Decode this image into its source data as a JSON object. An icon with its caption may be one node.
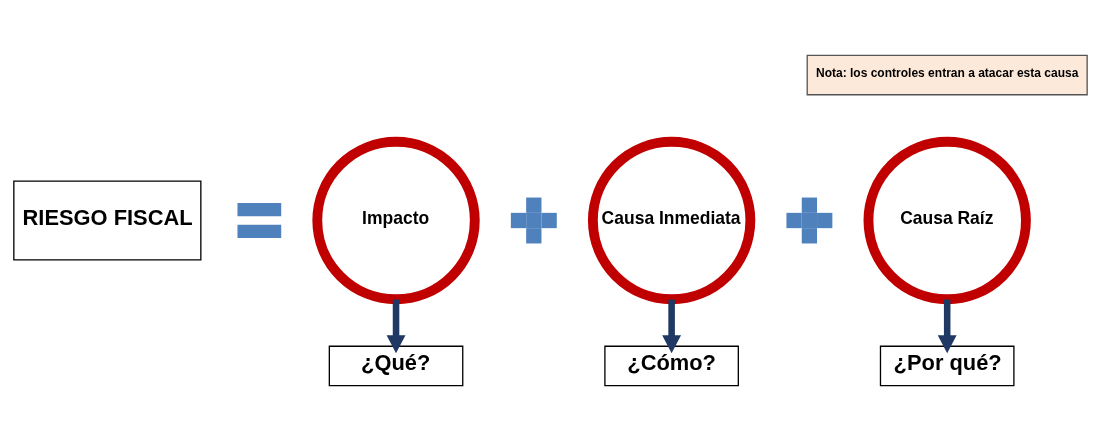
{
  "diagram": {
    "nodes": [
      {
        "text": [
          "RIESGO FISCAL"
        ]
      },
      {
        "text": [],
        "shape": "equals"
      },
      {
        "text": [
          "Impacto"
        ]
      },
      {
        "text": [],
        "shape": "plus"
      },
      {
        "text": [
          "Causa Inmediata"
        ]
      },
      {
        "text": [],
        "shape": "plus"
      },
      {
        "text": [
          "Causa Raíz"
        ]
      },
      {
        "text": [
          "Nota: los controles entran a atacar esta causa"
        ]
      },
      {
        "text": [
          "¿Qué?"
        ]
      },
      {
        "text": [
          "¿Cómo?"
        ]
      },
      {
        "text": [
          "¿Por qué?"
        ]
      }
    ],
    "edges": [
      {
        "from": 2,
        "to": 8,
        "arrow": "to"
      },
      {
        "from": 4,
        "to": 9,
        "arrow": "to"
      },
      {
        "from": 6,
        "to": 10,
        "arrow": "to"
      }
    ]
  }
}
